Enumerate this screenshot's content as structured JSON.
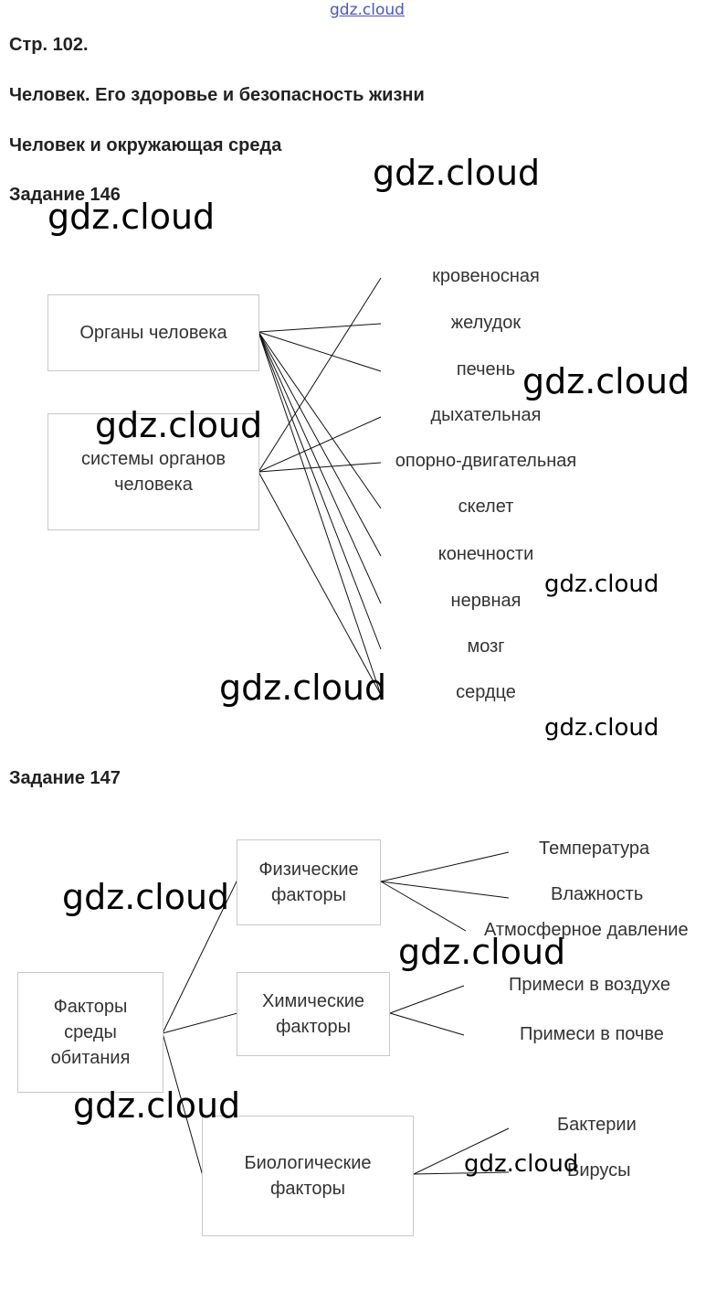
{
  "watermark": "gdz.cloud",
  "page_heading": "Стр. 102.",
  "section_heading": "Человек. Его здоровье и безопасность жизни",
  "topic_heading": "Человек и окружающая среда",
  "task146": {
    "title": "Задание 146",
    "box1": "Органы человека",
    "box2_line1": "системы органов",
    "box2_line2": "человека",
    "items": [
      "кровеносная",
      "желудок",
      "печень",
      "дыхательная",
      "опорно-двигательная",
      "скелет",
      "конечности",
      "нервная",
      "мозг",
      "сердце"
    ]
  },
  "task147": {
    "title": "Задание 147",
    "root_line1": "Факторы",
    "root_line2": "среды",
    "root_line3": "обитания",
    "phys_line1": "Физические",
    "phys_line2": "факторы",
    "chem_line1": "Химические",
    "chem_line2": "факторы",
    "bio_line1": "Биологические",
    "bio_line2": "факторы",
    "phys_items": [
      "Температура",
      "Влажность",
      "Атмосферное давление"
    ],
    "chem_items": [
      "Примеси в воздухе",
      "Примеси в почве"
    ],
    "bio_items": [
      "Бактерии",
      "Вирусы"
    ]
  }
}
